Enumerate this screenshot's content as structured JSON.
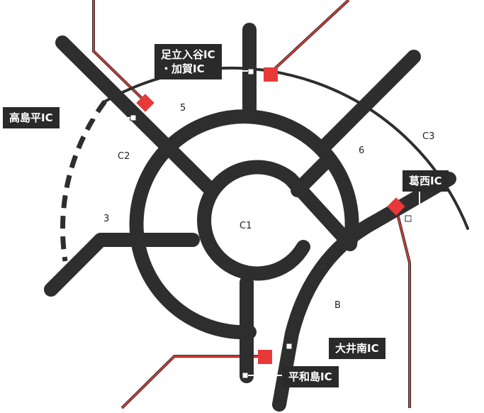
{
  "routes": {
    "c1": "C1",
    "c2": "C2",
    "c3": "C3",
    "route3": "3",
    "route5": "5",
    "route6": "6",
    "b": "B"
  },
  "interchanges": {
    "adachi_iriya": {
      "line1": "足立入谷IC",
      "line2": "・加賀IC"
    },
    "takashimadaira": "高島平IC",
    "kasai": "葛西IC",
    "oi_minami": "大井南IC",
    "heiwajima": "平和島IC"
  },
  "colors": {
    "road": "#2e2e2e",
    "marker": "#e8393a",
    "rail": "#e23a33",
    "label_bg": "#2a2a2a",
    "label_text": "#ffffff"
  },
  "icons": {
    "ic_marker": "red-square-marker",
    "ic_node": "small-white-square"
  }
}
